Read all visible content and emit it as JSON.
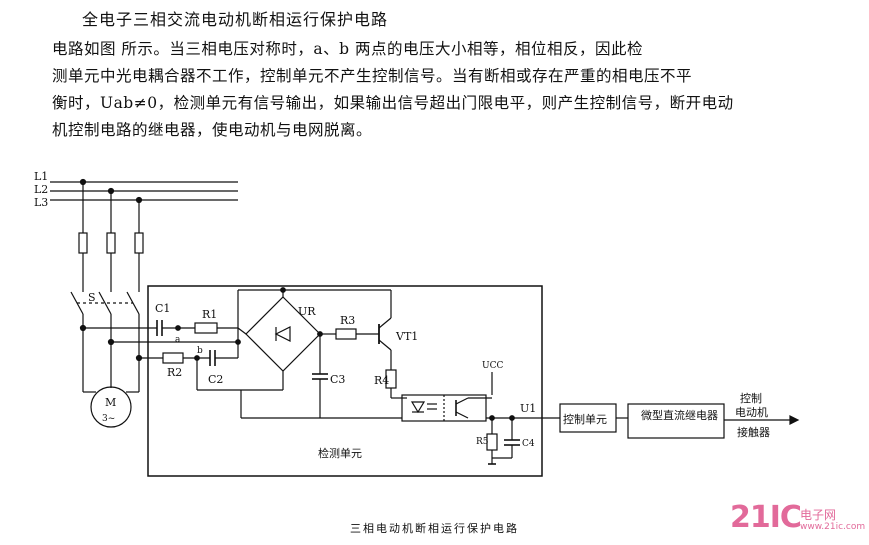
{
  "document": {
    "title": "全电子三相交流电动机断相运行保护电路",
    "paragraph": [
      "电路如图        所示。当三相电压对称时，a、b 两点的电压大小相等，相位相反，因此检",
      "测单元中光电耦合器不工作，控制单元不产生控制信号。当有断相或存在严重的相电压不平",
      "衡时，Uab≠0，检测单元有信号输出，如果输出信号超出门限电平，则产生控制信号，断开电动",
      "机控制电路的继电器，使电动机与电网脱离。"
    ],
    "caption": "三相电动机断相运行保护电路"
  },
  "diagram": {
    "lines": [
      "L1",
      "L2",
      "L3"
    ],
    "switch": "S",
    "motor": {
      "label": "M",
      "sub": "3~"
    },
    "components": {
      "c1": "C1",
      "r1": "R1",
      "ur": "UR",
      "r3": "R3",
      "vt": "VT1",
      "r2": "R2",
      "c2": "C2",
      "c3": "C3",
      "r4": "R4",
      "ucc": "UCC",
      "u1": "U1",
      "r5": "R5",
      "c4": "C4",
      "point_a": "a",
      "point_b": "b"
    },
    "blocks": {
      "detect": "检测单元",
      "control": "控制单元",
      "relay": "微型直流继电器",
      "output": [
        "控制",
        "电动机",
        "接触器"
      ]
    }
  },
  "watermark": {
    "number": "21IC",
    "cn": "电子网",
    "url": "www.21ic.com"
  }
}
